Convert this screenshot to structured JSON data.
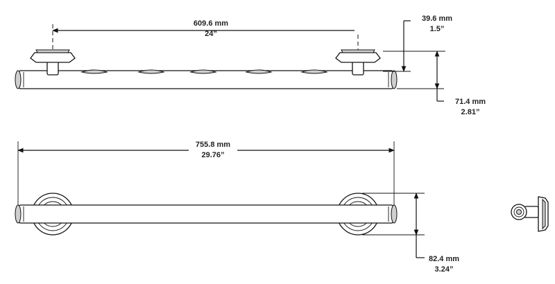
{
  "dimensions": {
    "mount_spacing": {
      "metric": "609.6 mm",
      "imperial": "24”"
    },
    "flange_height": {
      "metric": "39.6 mm",
      "imperial": "1.5”"
    },
    "wall_projection": {
      "metric": "71.4 mm",
      "imperial": "2.81”"
    },
    "overall_length": {
      "metric": "755.8 mm",
      "imperial": "29.76”"
    },
    "flange_diameter": {
      "metric": "82.4 mm",
      "imperial": "3.24”"
    }
  }
}
